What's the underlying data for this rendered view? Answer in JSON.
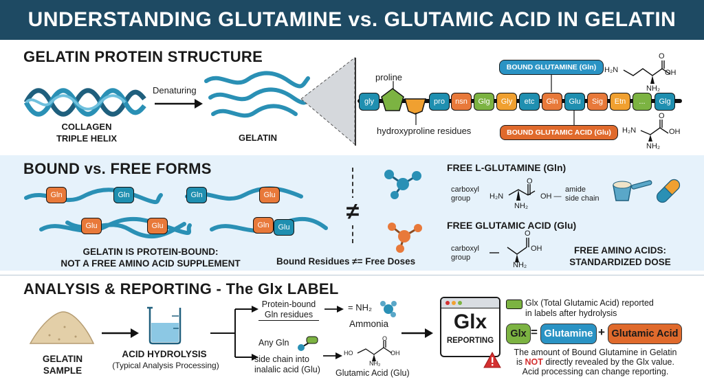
{
  "title": "UNDERSTANDING GLUTAMINE vs. GLUTAMIC ACID IN GELATIN",
  "section1": {
    "heading": "GELATIN PROTEIN STRUCTURE",
    "helix_label_1": "COLLAGEN",
    "helix_label_2": "TRIPLE HELIX",
    "arrow_label": "Denaturing",
    "gelatin_label": "GELATIN",
    "proline_label": "proline",
    "hydroxyproline_label": "hydroxyproline residues",
    "chain_residues": [
      "gly",
      "",
      "",
      "pro",
      "nsn",
      "Glg",
      "Gly",
      "etc",
      "Gln",
      "Glu",
      "Sig",
      "Etn",
      "...",
      "Glg"
    ],
    "bound_glutamine_tag": "BOUND GLUTAMINE (Gln)",
    "bound_glutamic_tag": "BOUND GLUTAMIC ACID (Glu)",
    "struct_glutamine": {
      "h2n": "H₂N",
      "oh": "OH",
      "o": "O",
      "nh2": "NH₂"
    },
    "struct_glutamic": {
      "h2n": "H₂N",
      "oh": "OH",
      "o": "O",
      "nh2": "NH₂"
    }
  },
  "section2": {
    "heading": "BOUND vs. FREE FORMS",
    "strand_labels": [
      "Gln",
      "Gln",
      "Gln",
      "Glu",
      "Glu",
      "Glu",
      "Gln",
      "Glu"
    ],
    "caption_1": "GELATIN IS PROTEIN-BOUND:",
    "caption_2": "NOT A FREE AMINO ACID SUPPLEMENT",
    "neq_symbol": "≠",
    "bound_caption": "Bound Residues ≠= Free Doses",
    "free_gln_title": "FREE L-GLUTAMINE (Gln)",
    "free_gln": {
      "carboxyl_1": "carboxyl",
      "carboxyl_2": "group",
      "h2n": "H₂N",
      "o": "O",
      "oh": "OH —",
      "nh2": "NH₂",
      "amide_1": "amide",
      "amide_2": "side chain"
    },
    "free_glu_title": "FREE GLUTAMIC ACID (Glu)",
    "free_glu": {
      "carboxyl_1": "carboxyl",
      "carboxyl_2": "group",
      "o": "O",
      "oh": "OH",
      "nh2": "NH₂"
    },
    "free_caption_1": "FREE AMINO ACIDS:",
    "free_caption_2": "STANDARDIZED DOSE"
  },
  "section3": {
    "heading": "ANALYSIS & REPORTING - The Glx LABEL",
    "sample_1": "GELATIN",
    "sample_2": "SAMPLE",
    "hydrolysis_title": "ACID HYDROLYSIS",
    "hydrolysis_sub": "(Typical Analysis Processing)",
    "branch_top_1": "Protein-bound",
    "branch_top_2": "Gln residues",
    "ammonia_formula": "= NH₂",
    "ammonia_label": "Ammonia",
    "branch_bottom_1": "Any Gln",
    "branch_bottom_2": "side chain into",
    "branch_bottom_3": "inalalic acid (Glu)",
    "glutamic_struct": {
      "ho": "HO",
      "o": "O",
      "oh": "OH",
      "nh2": "NH₂"
    },
    "glutamic_label": "Glutamic Acid (Glu)",
    "report_glx": "Glx",
    "report_label": "REPORTING",
    "legend_1": "Glx (Total Glutamic Acid) reported",
    "legend_2": "in labels after hydrolysis",
    "eq_glx": "Glx",
    "eq_equals": "=",
    "eq_glutamine": "Glutamine",
    "eq_plus": "+",
    "eq_glutamic": "Glutamic Acid",
    "warn_1": "The amount of Bound Glutamine in Gelatin",
    "warn_2a": "is ",
    "warn_2b": "NOT",
    "warn_2c": " directly revealed by the Glx value.",
    "warn_3": "Acid processing can change reporting."
  },
  "colors": {
    "banner": "#1e4a63",
    "band": "#e6f2fb",
    "helix_teal": "#2a90b5",
    "gln_orange": "#e8793a",
    "glu_teal": "#1f8fb0",
    "tag_blue": "#2a93c4",
    "tag_orange": "#e06a2c",
    "green": "#7cb342",
    "gold": "#f0a030",
    "warning_red": "#d32f2f"
  }
}
